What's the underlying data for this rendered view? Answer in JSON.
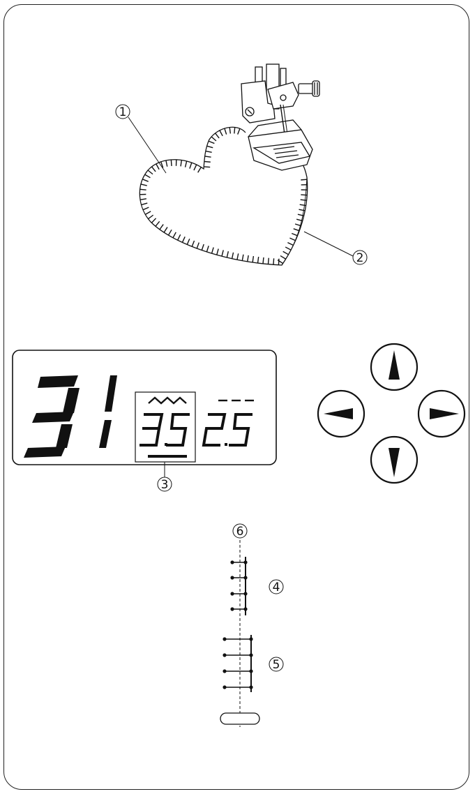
{
  "callouts": {
    "c1": "1",
    "c2": "2",
    "c3": "3",
    "c4": "4",
    "c5": "5",
    "c6": "6"
  },
  "lcd": {
    "pattern_number": "31",
    "stitch_width": "3.5",
    "stitch_length": "2.5",
    "selected_setting": "stitch_width"
  },
  "buttons": [
    {
      "name": "up-arrow-button",
      "icon": "triangle-up-icon"
    },
    {
      "name": "left-arrow-button",
      "icon": "triangle-left-icon"
    },
    {
      "name": "right-arrow-button",
      "icon": "triangle-right-icon"
    },
    {
      "name": "down-arrow-button",
      "icon": "triangle-down-icon"
    }
  ]
}
